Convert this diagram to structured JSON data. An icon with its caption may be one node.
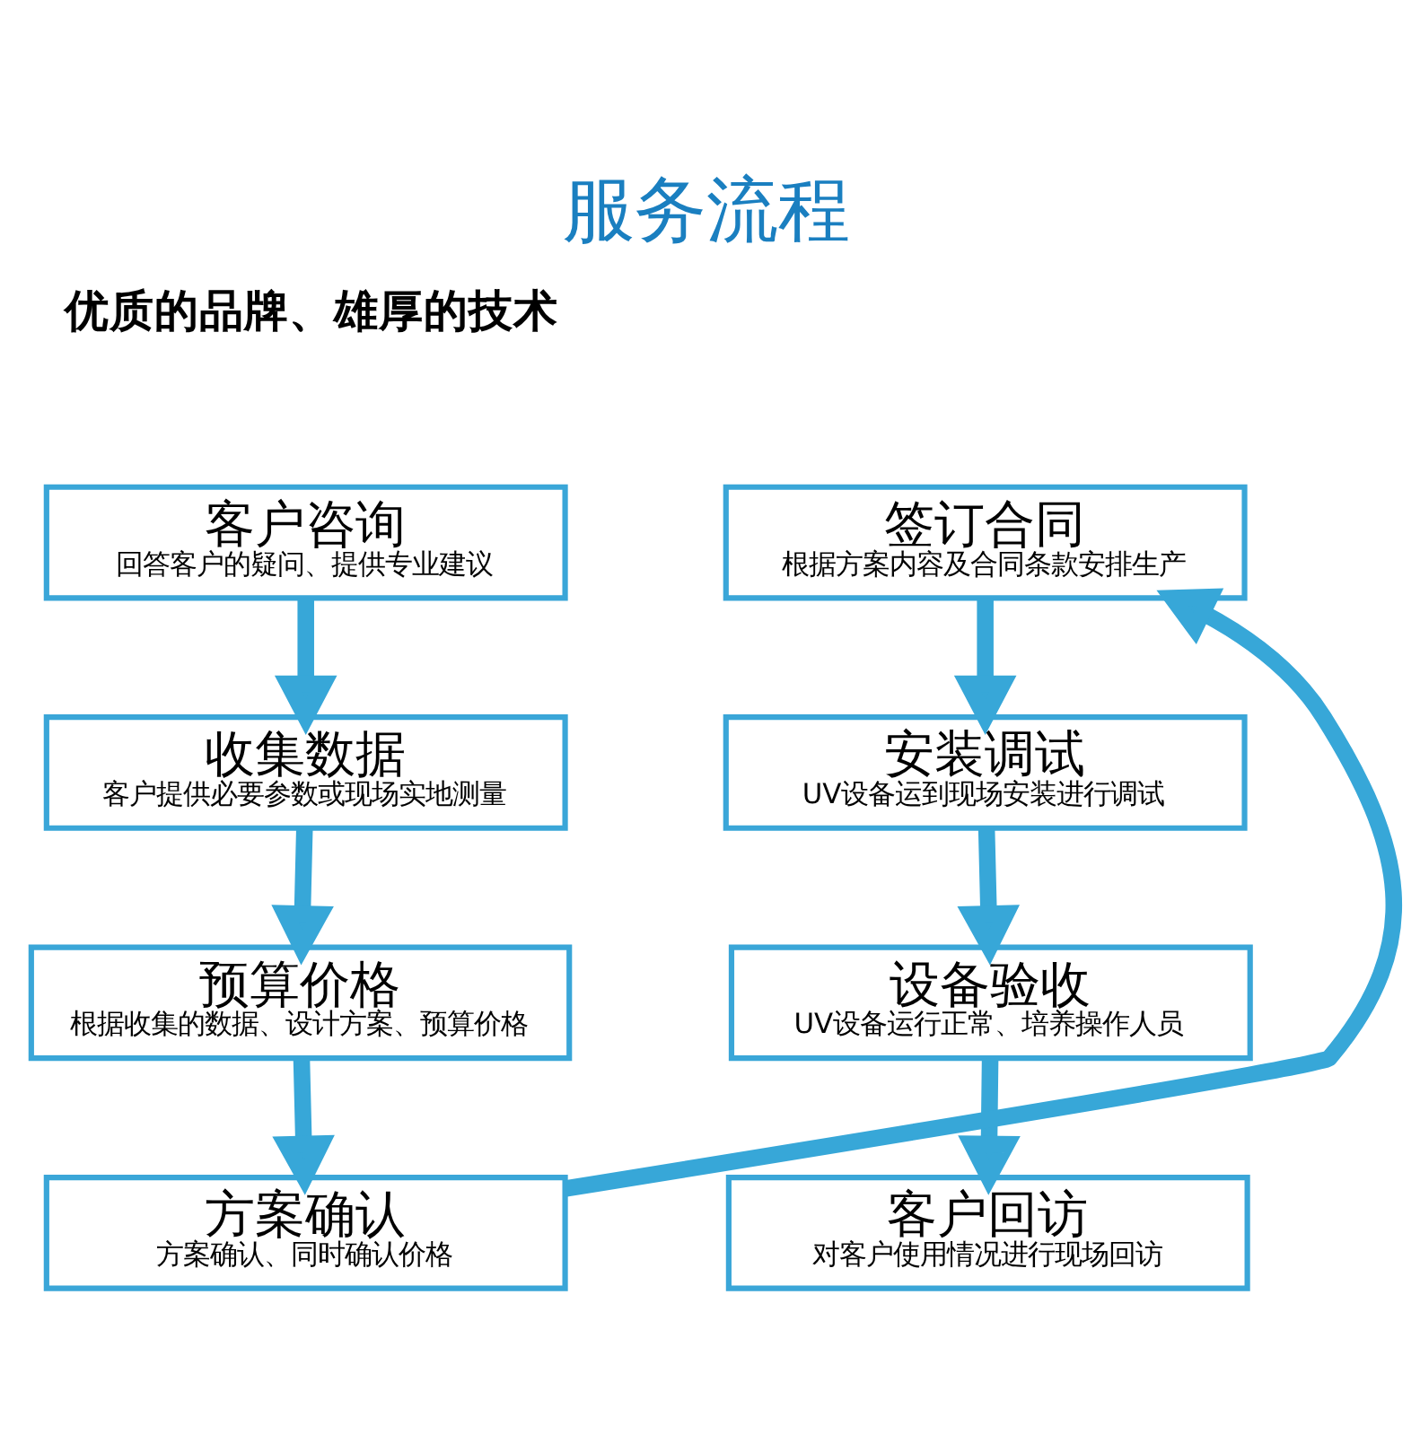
{
  "diagram": {
    "title": "服务流程",
    "nodes": [
      {
        "text": [
          "客户咨询",
          "回答客户的疑问、提供专业建议"
        ]
      },
      {
        "text": [
          "签订合同",
          "根据方案内容及合同条款安排生产"
        ]
      },
      {
        "text": [
          "收集数据",
          "客户提供必要参数或现场实地测量"
        ]
      },
      {
        "text": [
          "安装调试",
          "UV设备运到现场安装进行调试"
        ]
      },
      {
        "text": [
          "预算价格",
          "根据收集的数据、设计方案、预算价格"
        ]
      },
      {
        "text": [
          "设备验收",
          "UV设备运行正常、培养操作人员"
        ]
      },
      {
        "text": [
          "方案确认",
          "方案确认、同时确认价格"
        ]
      },
      {
        "text": [
          "客户回访",
          "对客户使用情况进行现场回访"
        ]
      }
    ],
    "edges": [
      {
        "from": 0,
        "to": 2,
        "arrow": "to"
      },
      {
        "from": 2,
        "to": 4,
        "arrow": "to"
      },
      {
        "from": 4,
        "to": 6,
        "arrow": "to"
      },
      {
        "from": 6,
        "to": 1,
        "arrow": "to"
      },
      {
        "from": 1,
        "to": 3,
        "arrow": "to"
      },
      {
        "from": 3,
        "to": 5,
        "arrow": "to"
      },
      {
        "from": 5,
        "to": 7,
        "arrow": "to"
      }
    ],
    "labels": [
      "优质的品牌、雄厚的技术"
    ]
  }
}
